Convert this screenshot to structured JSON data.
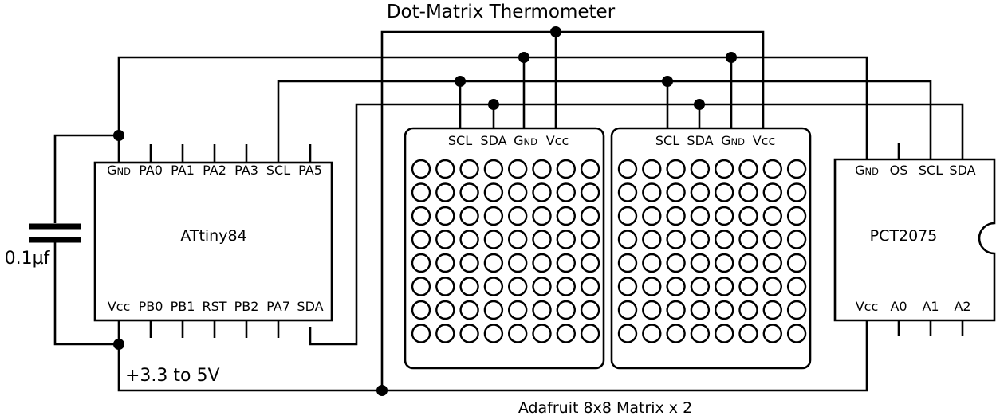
{
  "title": "Dot-Matrix Thermometer",
  "capacitor_label": "0.1µf",
  "supply_label": "+3.3 to 5V",
  "matrix_caption": "Adafruit 8x8 Matrix x 2",
  "attiny": {
    "name": "ATtiny84",
    "top_pins": [
      "GND",
      "PA0",
      "PA1",
      "PA2",
      "PA3",
      "SCL",
      "PA5"
    ],
    "bottom_pins": [
      "Vcc",
      "PB0",
      "PB1",
      "RST",
      "PB2",
      "PA7",
      "SDA"
    ]
  },
  "matrix_pins": [
    "SCL",
    "SDA",
    "GND",
    "Vcc"
  ],
  "matrix_grid": {
    "rows": 8,
    "cols": 8,
    "count": 2
  },
  "sensor": {
    "name": "PCT2075",
    "top_pins": [
      "GND",
      "OS",
      "SCL",
      "SDA"
    ],
    "bottom_pins": [
      "Vcc",
      "A0",
      "A1",
      "A2"
    ]
  }
}
